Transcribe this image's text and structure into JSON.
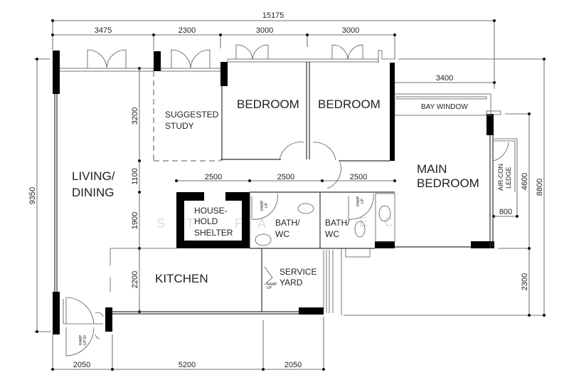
{
  "dimensions": {
    "overall_width": "15175",
    "top": [
      "3475",
      "2300",
      "3000",
      "3000"
    ],
    "bay_window_width": "3400",
    "bath_row": [
      "2500",
      "2500",
      "2500"
    ],
    "left_vertical": [
      "3200",
      "1100",
      "1900",
      "2200"
    ],
    "overall_height_left": "9350",
    "right_main_bedroom": "4600",
    "right_overall": "8800",
    "right_lower": "2300",
    "aircon_ledge_depth": "800",
    "bottom": [
      "2050",
      "5200",
      "2050"
    ]
  },
  "rooms": {
    "study": [
      "SUGGESTED",
      "STUDY"
    ],
    "bedroom1": "BEDROOM",
    "bedroom2": "BEDROOM",
    "bay_window": "BAY WINDOW",
    "main_bedroom": [
      "MAIN",
      "BEDROOM"
    ],
    "living": [
      "LIVING/",
      "DINING"
    ],
    "aircon": [
      "AIR-CON",
      "LEDGE"
    ],
    "shelter": [
      "HOUSE-",
      "HOLD",
      "SHELTER"
    ],
    "bath1": [
      "BATH/",
      "WC"
    ],
    "bath2": [
      "BATH/",
      "WC"
    ],
    "kitchen": "KITCHEN",
    "service_yard": [
      "SERVICE",
      "YARD"
    ]
  },
  "ramps": {
    "bath1": [
      "RAMP",
      "UP"
    ],
    "bath2": [
      "RAMP",
      "UP"
    ],
    "service_yard": [
      "RAMP",
      "UP"
    ],
    "entrance": [
      "RAMP",
      "UP 50"
    ]
  },
  "watermark": [
    "S",
    "T",
    "F",
    "A",
    "E",
    "C"
  ]
}
